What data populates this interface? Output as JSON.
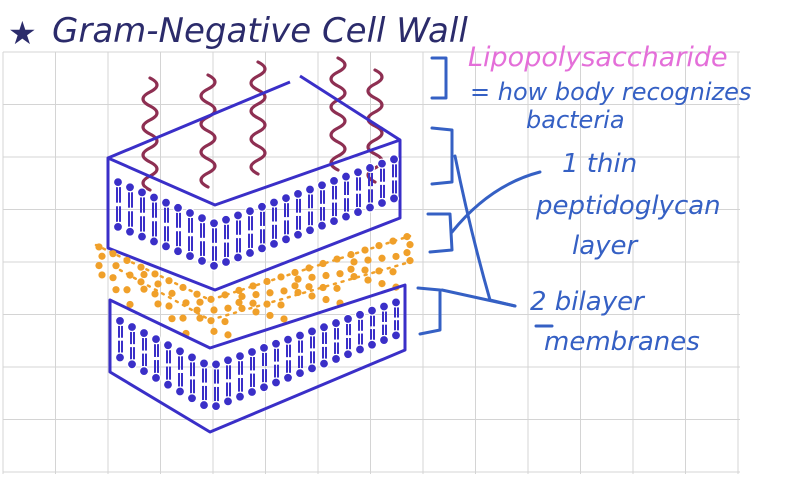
{
  "title": "Gram-Negative Cell Wall",
  "title_mark": "★",
  "labels": {
    "lps_name": "Lipopolysaccharide",
    "lps_desc_line1": "= how body recognizes",
    "lps_desc_line2": "bacteria",
    "pg_line1": "1 thin",
    "pg_line2": "peptidoglycan",
    "pg_line3": "layer",
    "mem_line1": "2 bilayer",
    "mem_line2": "membranes"
  },
  "colors": {
    "background": "#ffffff",
    "grid": "#d4d4d4",
    "title_ink": "#2b2b6b",
    "membrane": "#3a2fc8",
    "lps": "#8e2f52",
    "lps_label": "#e46fd9",
    "peptidoglycan": "#f0a02a",
    "annotation": "#3560c4"
  }
}
